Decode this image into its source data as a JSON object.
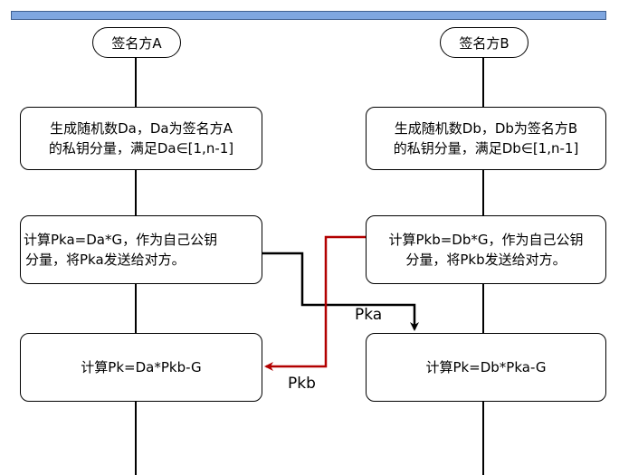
{
  "party_a": {
    "title": "签名方A",
    "step1_line1": "生成随机数Da，Da为签名方A",
    "step1_line2": "的私钥分量，满足Da∈[1,n-1]",
    "step2_line1": "计算Pka=Da*G，作为自己公钥",
    "step2_line2": "分量，将Pka发送给对方。",
    "step3": "计算Pk=Da*Pkb-G"
  },
  "party_b": {
    "title": "签名方B",
    "step1_line1": "生成随机数Db，Db为签名方B",
    "step1_line2": "的私钥分量，满足Db∈[1,n-1]",
    "step2_line1": "计算Pkb=Db*G，作为自己公钥",
    "step2_line2": "分量，将Pkb发送给对方。",
    "step3": "计算Pk=Db*Pka-G"
  },
  "messages": {
    "pka_label": "Pka",
    "pkb_label": "Pkb"
  },
  "colors": {
    "header_bar": "#7ea6e0",
    "pka_arrow": "#000000",
    "pkb_arrow": "#b20000"
  }
}
